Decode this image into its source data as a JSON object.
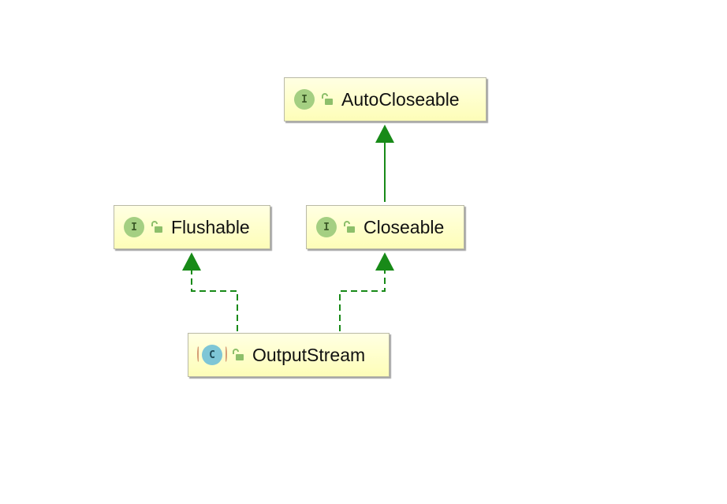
{
  "diagram": {
    "nodes": {
      "autocloseable": {
        "label": "AutoCloseable",
        "kind": "interface",
        "kind_letter": "I"
      },
      "flushable": {
        "label": "Flushable",
        "kind": "interface",
        "kind_letter": "I"
      },
      "closeable": {
        "label": "Closeable",
        "kind": "interface",
        "kind_letter": "I"
      },
      "outputstream": {
        "label": "OutputStream",
        "kind": "class",
        "kind_letter": "C"
      }
    },
    "edges": [
      {
        "from": "closeable",
        "to": "autocloseable",
        "style": "solid",
        "relation": "extends"
      },
      {
        "from": "outputstream",
        "to": "flushable",
        "style": "dashed",
        "relation": "implements"
      },
      {
        "from": "outputstream",
        "to": "closeable",
        "style": "dashed",
        "relation": "implements"
      }
    ],
    "colors": {
      "edge": "#188a18",
      "node_fill": "#ffffcf",
      "interface_icon": "#a4cf82",
      "class_icon": "#7ec6d6",
      "lock_icon": "#8dbf6a"
    }
  }
}
